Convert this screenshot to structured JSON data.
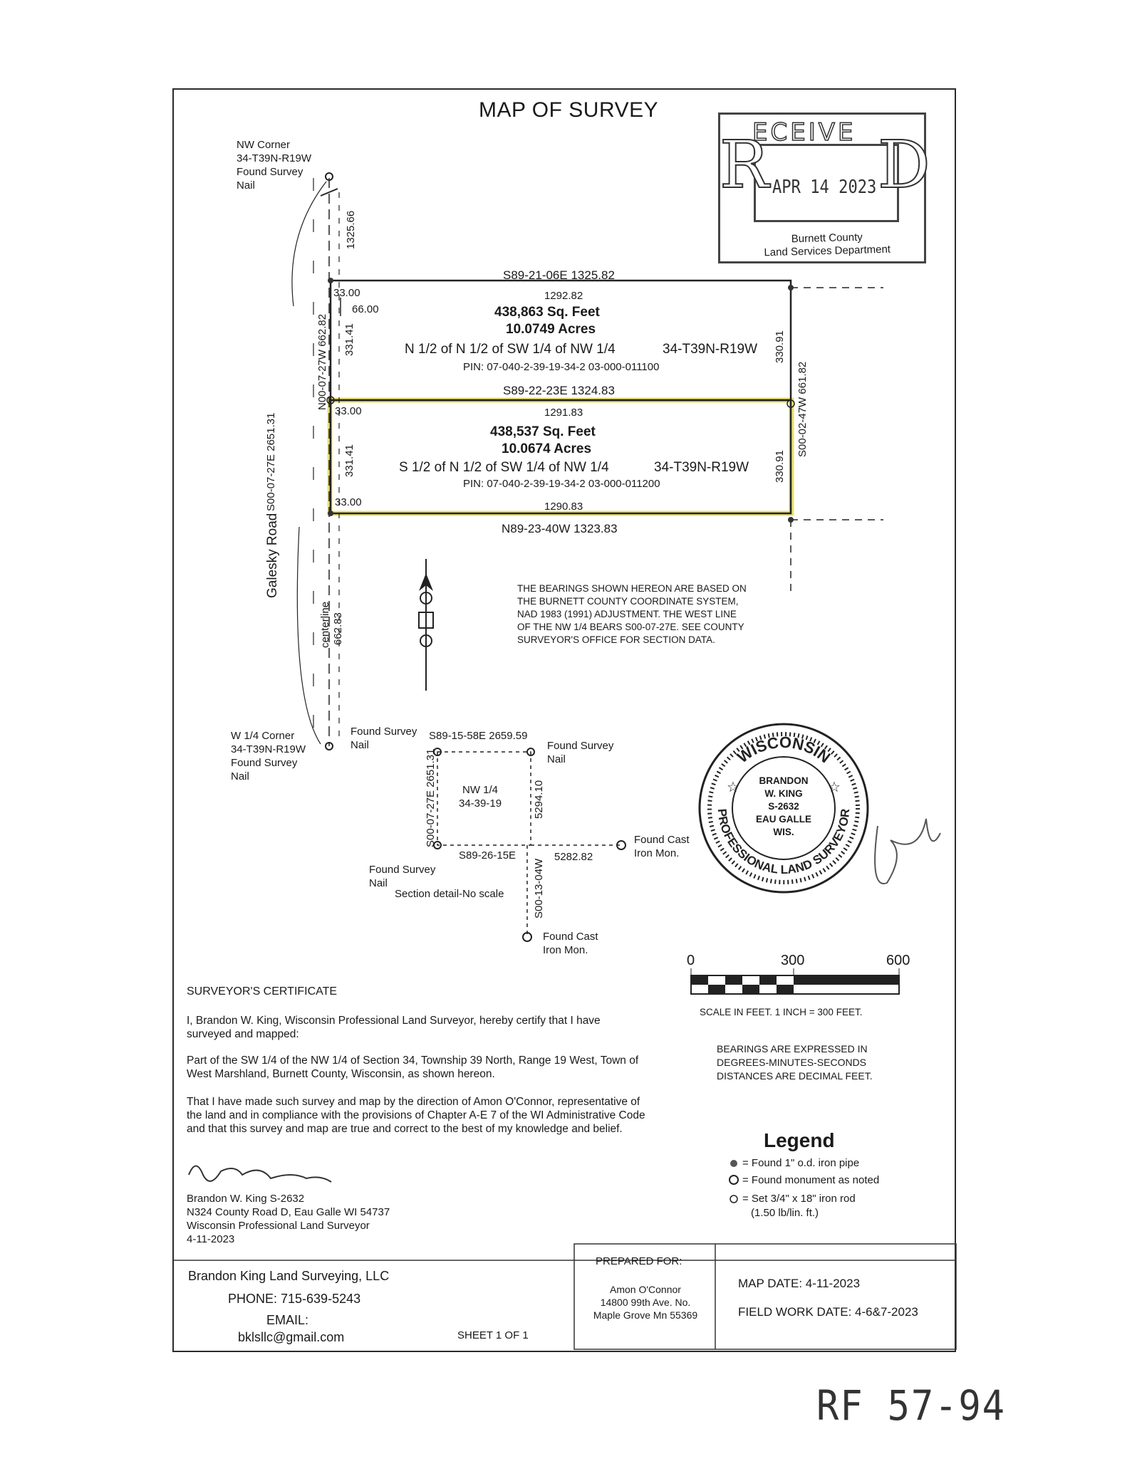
{
  "title": "MAP OF SURVEY",
  "stamp": {
    "r": "R",
    "eceive": "ECEIVE",
    "d": "D",
    "date": "APR 14 2023",
    "dept1": "Burnett County",
    "dept2": "Land Services Department"
  },
  "corners": {
    "nw": [
      "NW Corner",
      "34-T39N-R19W",
      "Found Survey",
      "Nail"
    ],
    "w14": [
      "W 1/4 Corner",
      "34-T39N-R19W",
      "Found Survey",
      "Nail"
    ]
  },
  "parcel_north": {
    "top_bearing": "S89-21-06E  1325.82",
    "inner_top": "1292.82",
    "sqft": "438,863 Sq. Feet",
    "acres": "10.0749 Acres",
    "desc": "N 1/2 of N 1/2 of SW 1/4 of NW 1/4",
    "twp": "34-T39N-R19W",
    "pin": "PIN:  07-040-2-39-19-34-2 03-000-011100",
    "offset_33": "33.00",
    "offset_66": "66.00",
    "side_left": "331.41",
    "side_right": "330.91"
  },
  "parcel_south": {
    "top_bearing": "S89-22-23E  1324.83",
    "inner_top": "1291.83",
    "sqft": "438,537 Sq. Feet",
    "acres": "10.0674 Acres",
    "desc": "S 1/2 of N 1/2 of SW 1/4 of NW 1/4",
    "twp": "34-T39N-R19W",
    "pin": "PIN:  07-040-2-39-19-34-2 03-000-011200",
    "offset_33_top": "33.00",
    "offset_33_bottom": "33.00",
    "side_left": "331.41",
    "side_right": "330.91",
    "inner_bottom": "1290.83",
    "bottom_bearing": "N89-23-40W  1323.83"
  },
  "west_line": {
    "bearing_total": "S00-07-27E  2651.31",
    "bearing_parcel": "N00-07-27W  662.82",
    "top_dist": "1325.66",
    "road": "Galesky Road",
    "centerline": "centerline",
    "lower_dist": "662.83"
  },
  "east_line": {
    "bearing": "S00-02-47W  661.82"
  },
  "bearings_note": "THE BEARINGS SHOWN HEREON ARE BASED ON THE BURNETT COUNTY COORDINATE SYSTEM, NAD 1983 (1991) ADJUSTMENT.  THE WEST LINE OF THE NW 1/4 BEARS S00-07-27E.  SEE COUNTY SURVEYOR'S OFFICE FOR SECTION DATA.",
  "section_detail": {
    "found_nail_nw": [
      "Found Survey",
      "Nail"
    ],
    "top_bearing": "S89-15-58E  2659.59",
    "found_nail_ne": [
      "Found Survey",
      "Nail"
    ],
    "label": [
      "NW 1/4",
      "34-39-19"
    ],
    "left_bearing": "S00-07-27E  2651.31",
    "right_dist": "5294.10",
    "bottom_bearing": "S89-26-15E",
    "bottom_dist": "5282.82",
    "found_cast_east": [
      "Found Cast",
      "Iron Mon."
    ],
    "found_nail_sw": [
      "Found Survey",
      "Nail"
    ],
    "caption": "Section detail-No scale",
    "south_bearing": "S00-13-04W",
    "found_cast_south": [
      "Found Cast",
      "Iron Mon."
    ]
  },
  "seal": {
    "top": "WISCONSIN",
    "bottom": "PROFESSIONAL LAND SURVEYOR",
    "lines": [
      "BRANDON",
      "W. KING",
      "S-2632",
      "EAU GALLE",
      "WIS."
    ]
  },
  "scale": {
    "ticks": [
      "0",
      "300",
      "600"
    ],
    "text": "SCALE IN FEET.   1 INCH = 300 FEET."
  },
  "units_note": [
    "BEARINGS ARE EXPRESSED IN",
    "DEGREES-MINUTES-SECONDS",
    "DISTANCES ARE DECIMAL FEET."
  ],
  "certificate": {
    "heading": "SURVEYOR'S CERTIFICATE",
    "p1": "I, Brandon W. King, Wisconsin Professional Land Surveyor, hereby certify that I have surveyed and mapped:",
    "p2": "Part of the SW 1/4 of the NW 1/4 of Section 34, Township 39 North, Range 19 West, Town of West Marshland, Burnett County, Wisconsin, as shown hereon.",
    "p3": "That I have made such survey and map by the direction of Amon O'Connor, representative of the land and in compliance with the provisions of Chapter A-E 7 of the WI Administrative Code and that this survey and map are true and correct to the best of my knowledge and belief.",
    "signer": [
      "Brandon W. King  S-2632",
      "N324 County Road D, Eau Galle WI 54737",
      "Wisconsin Professional Land Surveyor",
      "4-11-2023"
    ]
  },
  "legend": {
    "title": "Legend",
    "items": [
      "= Found 1\" o.d. iron pipe",
      "= Found monument as noted",
      "= Set 3/4\" x 18\" iron rod",
      "(1.50 lb/lin. ft.)"
    ]
  },
  "footer": {
    "company": "Brandon King Land Surveying, LLC",
    "phone": "PHONE: 715-639-5243",
    "email_label": "EMAIL:",
    "email": "bklsllc@gmail.com",
    "sheet": "SHEET 1 OF 1",
    "prepared_for": "PREPARED FOR:",
    "client": [
      "Amon O'Connor",
      "14800 99th Ave. No.",
      "Maple Grove Mn 55369"
    ],
    "map_date": "MAP DATE: 4-11-2023",
    "field_date": "FIELD WORK DATE: 4-6&7-2023"
  },
  "rf_number": "RF 57-94",
  "colors": {
    "highlight": "#e8e070",
    "ink": "#1a1a1a"
  }
}
